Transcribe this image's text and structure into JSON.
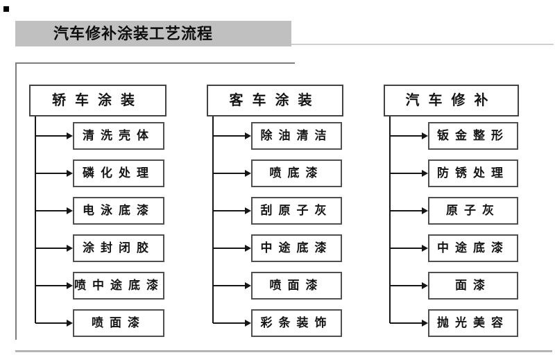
{
  "page": {
    "title": "汽车修补涂装工艺流程"
  },
  "colors": {
    "banner_bg": "#c0c0c0",
    "frame_line": "#7d7d7d",
    "footer_line": "#b4b4b4",
    "box_border": "#4f4f4f",
    "connector": "#161616",
    "text": "#141414"
  },
  "columns": [
    {
      "header": "轿车涂装",
      "items": [
        "清洗壳体",
        "磷化处理",
        "电泳底漆",
        "涂封闭胶",
        "喷中途底漆",
        "喷面漆"
      ]
    },
    {
      "header": "客车涂装",
      "items": [
        "除油清洁",
        "喷底漆",
        "刮原子灰",
        "中途底漆",
        "喷面漆",
        "彩条装饰"
      ]
    },
    {
      "header": "汽车修补",
      "items": [
        "钣金整形",
        "防锈处理",
        "原子灰",
        "中途底漆",
        "面漆",
        "抛光美容"
      ]
    }
  ]
}
